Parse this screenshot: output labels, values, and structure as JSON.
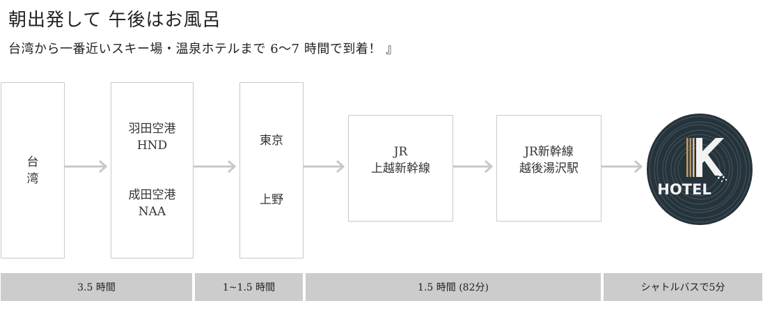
{
  "header": {
    "title": "朝出発して  午後はお風呂",
    "subtitle": "台湾から一番近いスキー場・温泉ホテルまで 6〜7 時間で到着！ 』"
  },
  "route": {
    "taiwan": [
      "台",
      "湾"
    ],
    "airports": {
      "haneda": [
        "羽田空港",
        "HND"
      ],
      "narita": [
        "成田空港",
        "NAA"
      ]
    },
    "stations": {
      "tokyo": "東京",
      "ueno": "上野"
    },
    "shinkansen": [
      "JR",
      "上越新幹線"
    ],
    "destination_station": [
      "JR新幹線",
      "越後湯沢駅"
    ]
  },
  "durations": [
    "3.5 時間",
    "1~1.5 時間",
    "1.5 時間 (82分)",
    "シャトルバスで5分"
  ],
  "logo": {
    "text": "HOTEL",
    "letter": "K"
  },
  "colors": {
    "box_border": "#c8c8c8",
    "arrow": "#c8c8c8",
    "bar": "#cccccc",
    "logo_bg": "#26333a"
  }
}
